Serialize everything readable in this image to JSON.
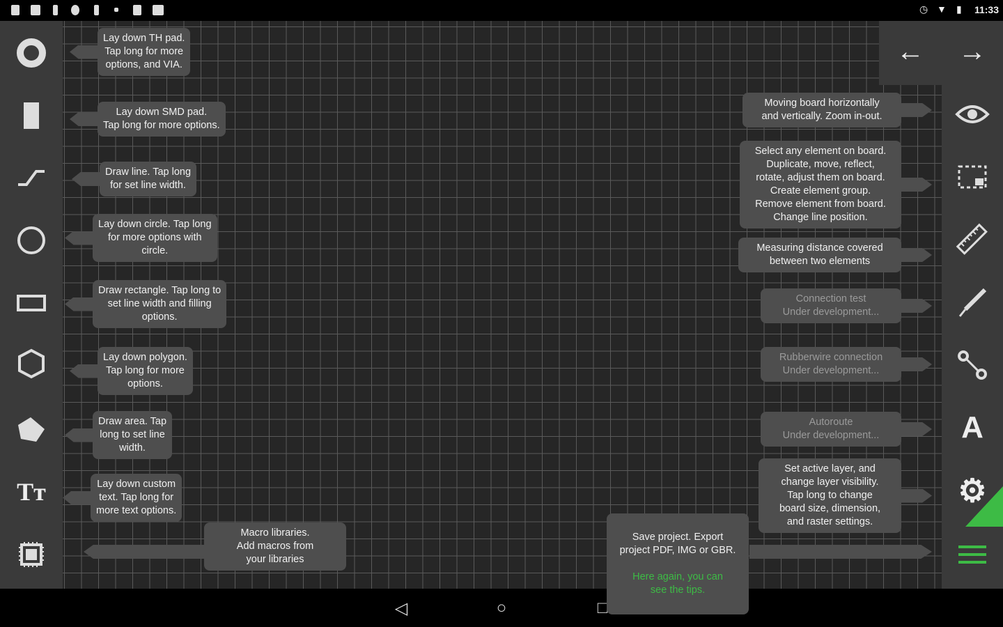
{
  "status_bar": {
    "time": "11:33"
  },
  "left_tools": [
    {
      "name": "th-pad",
      "tip": "Lay down TH pad.\nTap long for more\noptions, and VIA."
    },
    {
      "name": "smd-pad",
      "tip": "Lay down SMD pad.\nTap long for more options."
    },
    {
      "name": "line",
      "tip": "Draw line. Tap long\nfor set line width."
    },
    {
      "name": "circle",
      "tip": "Lay down circle. Tap long\nfor more options with\ncircle."
    },
    {
      "name": "rectangle",
      "tip": "Draw rectangle. Tap long to\nset line width and filling\noptions."
    },
    {
      "name": "polygon",
      "tip": "Lay down polygon.\nTap long for more\noptions."
    },
    {
      "name": "area",
      "tip": "Draw area. Tap\nlong to set line\nwidth."
    },
    {
      "name": "text",
      "icon_text": "Tт",
      "tip": "Lay down custom\ntext. Tap long for\nmore text options."
    },
    {
      "name": "macro",
      "tip": "Macro libraries.\nAdd macros from\nyour libraries"
    }
  ],
  "right_tools": [
    {
      "name": "view",
      "tip": "Moving board horizontally\nand vertically. Zoom in-out."
    },
    {
      "name": "select",
      "tip": "Select any element on board.\nDuplicate, move, reflect,\nrotate, adjust them on board.\nCreate element group.\nRemove element from board.\nChange line position."
    },
    {
      "name": "measure",
      "tip": "Measuring distance covered\nbetween two elements"
    },
    {
      "name": "connection-test",
      "tip": "Connection test\nUnder development..."
    },
    {
      "name": "rubberwire",
      "tip": "Rubberwire connection\nUnder development..."
    },
    {
      "name": "autoroute",
      "icon_text": "A",
      "tip": "Autoroute\nUnder development..."
    },
    {
      "name": "settings",
      "tip": "Set active layer, and\nchange layer visibility.\nTap long to change\nboard size, dimension,\nand raster settings."
    }
  ],
  "menu_tip": {
    "main": "Save project. Export\nproject PDF, IMG or GBR.",
    "note": "Here again, you can\nsee the tips."
  },
  "colors": {
    "accent": "#3dbb45",
    "background": "#262626",
    "panel": "#3a3a3a"
  }
}
